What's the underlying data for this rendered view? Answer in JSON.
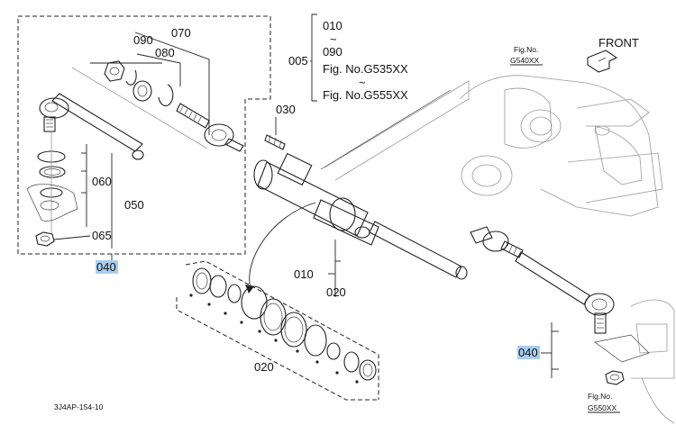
{
  "diagram": {
    "drawing_code": "3J4AP-154-10",
    "front_label": "FRONT",
    "callouts": {
      "c090": "090",
      "c070": "070",
      "c080": "080",
      "c060": "060",
      "c050": "050",
      "c065": "065",
      "c040_left": "040",
      "c030": "030",
      "c010_bottom": "010",
      "c020_bottom": "020",
      "c020_rings": "020",
      "c040_right": "040",
      "c005": "005"
    },
    "range_note": {
      "line1": "010",
      "tilde1": "~",
      "line2": "090",
      "line3": "Fig. No.G535XX",
      "tilde2": "~",
      "line4": "Fig. No.G555XX"
    },
    "fig_refs": {
      "g540_prefix": "Fig.No.",
      "g540": "G540XX",
      "g550_prefix": "Fig.No.",
      "g550": "G550XX"
    },
    "highlight_color": "#a9cdee"
  }
}
